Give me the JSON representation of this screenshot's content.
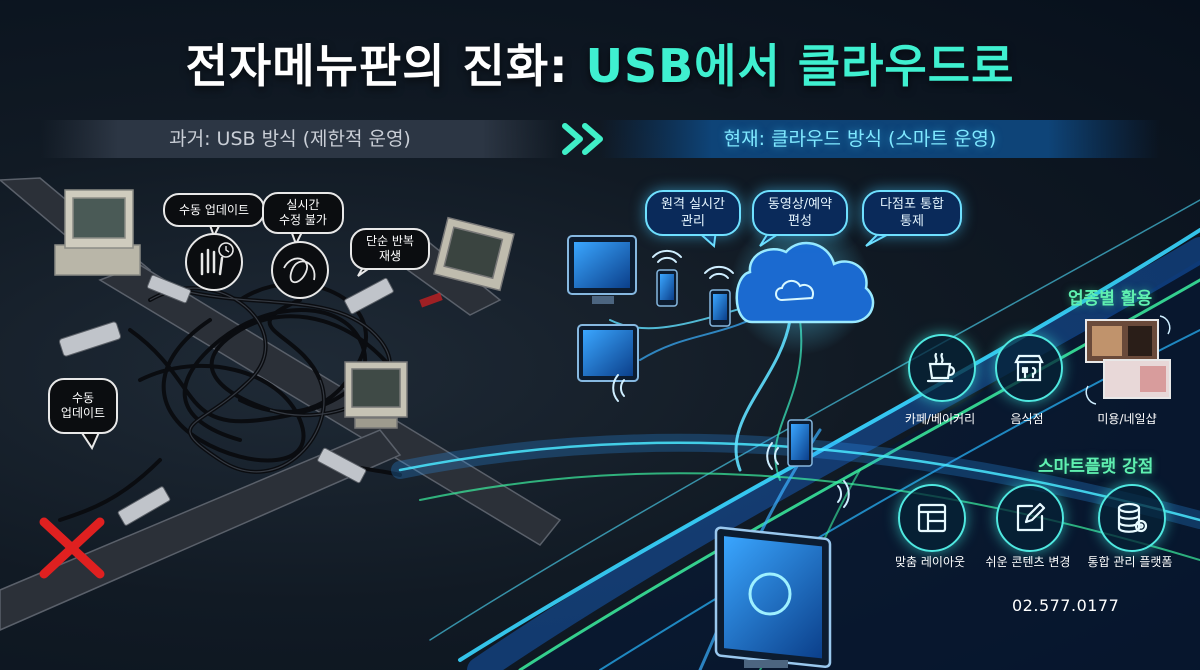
{
  "title": {
    "main": "전자메뉴판의 진화: ",
    "accent": "USB에서 클라우드로"
  },
  "headers": {
    "past": "과거: USB 방식 (제한적 운영)",
    "now": "현재: 클라우드 방식 (스마트 운영)"
  },
  "past_bubbles": [
    {
      "label": "수동 업데이트",
      "icon": "hand-clock-icon"
    },
    {
      "label": "실시간\n수정 불가",
      "icon": "tangled-cable-icon"
    },
    {
      "label": "단순 반복\n재생"
    },
    {
      "label": "수동\n업데이트"
    }
  ],
  "now_bubbles": [
    {
      "label": "원격 실시간\n관리"
    },
    {
      "label": "동영상/예약\n편성"
    },
    {
      "label": "다점포 통합\n통제"
    }
  ],
  "industries": {
    "title": "업종별 활용",
    "items": [
      {
        "label": "카페/베이커리",
        "icon": "coffee-cup-icon"
      },
      {
        "label": "음식점",
        "icon": "restaurant-icon"
      },
      {
        "label": "미용/네일샵",
        "icon": "salon-photos-icon"
      }
    ]
  },
  "strengths": {
    "title": "스마트플랫 강점",
    "items": [
      {
        "label": "맞춤 레이아웃",
        "icon": "layout-icon"
      },
      {
        "label": "쉬운 콘텐츠 변경",
        "icon": "edit-icon"
      },
      {
        "label": "통합 관리 플랫폼",
        "icon": "database-gear-icon"
      }
    ]
  },
  "phone": "02.577.0177",
  "colors": {
    "accent": "#3ff0d0",
    "section": "#5ff0b0",
    "glow": "#4fe8e0",
    "error": "#e02020"
  }
}
